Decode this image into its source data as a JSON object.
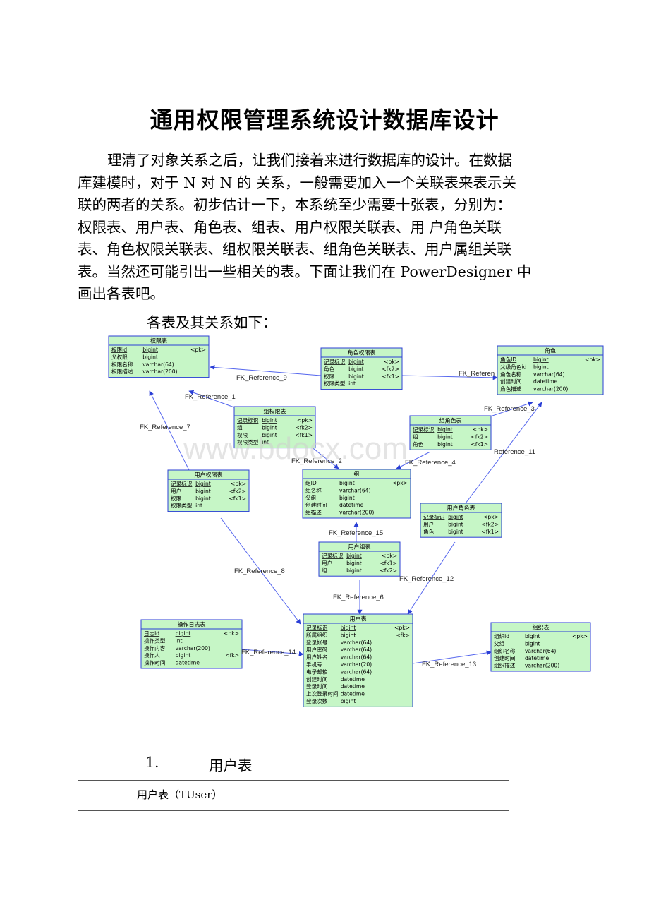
{
  "title": "通用权限管理系统设计数据库设计",
  "paragraph_lines": [
    "理清了对象关系之后，让我们接着来进行数据库的设计。在数据",
    "库建模时，对于 N 对 N 的 关系，一般需要加入一个关联表来表示关",
    "联的两者的关系。初步估计一下，本系统至少需要十张表，分别为：",
    "权限表、用户表、角色表、组表、用户权限关联表、用 户角色关联",
    "表、角色权限关联表、组权限关联表、组角色关联表、用户属组关联",
    "表。当然还可能引出一些相关的表。下面让我们在 PowerDesigner 中",
    "画出各表吧。"
  ],
  "diagram_caption": "各表及其关系如下：",
  "watermark": "www.bdocx.com",
  "diagram": {
    "entities": [
      {
        "id": "perm",
        "title": "权限表",
        "rows": [
          [
            "权限id",
            "bigint",
            "<pk>"
          ],
          [
            "父权限",
            "bigint",
            ""
          ],
          [
            "权限名称",
            "varchar(64)",
            ""
          ],
          [
            "权限描述",
            "varchar(200)",
            ""
          ]
        ]
      },
      {
        "id": "roleperm",
        "title": "角色权限表",
        "rows": [
          [
            "记录标识",
            "bigint",
            "<pk>"
          ],
          [
            "角色",
            "bigint",
            "<fk2>"
          ],
          [
            "权限",
            "bigint",
            "<fk1>"
          ],
          [
            "权限类型",
            "int",
            ""
          ]
        ]
      },
      {
        "id": "role",
        "title": "角色",
        "rows": [
          [
            "角色ID",
            "bigint",
            "<pk>"
          ],
          [
            "父级角色id",
            "bigint",
            ""
          ],
          [
            "角色名称",
            "varchar(64)",
            ""
          ],
          [
            "创建时间",
            "datetime",
            ""
          ],
          [
            "角色描述",
            "varchar(200)",
            ""
          ]
        ]
      },
      {
        "id": "groupperm",
        "title": "组权限表",
        "rows": [
          [
            "记录标识",
            "bigint",
            "<pk>"
          ],
          [
            "组",
            "bigint",
            "<fk2>"
          ],
          [
            "权限",
            "bigint",
            "<fk1>"
          ],
          [
            "权限类型",
            "int",
            ""
          ]
        ]
      },
      {
        "id": "grouprole",
        "title": "组角色表",
        "rows": [
          [
            "记录标识",
            "bigint",
            "<pk>"
          ],
          [
            "组",
            "bigint",
            "<fk2>"
          ],
          [
            "角色",
            "bigint",
            "<fk1>"
          ]
        ]
      },
      {
        "id": "userperm",
        "title": "用户权限表",
        "rows": [
          [
            "记录标识",
            "bigint",
            "<pk>"
          ],
          [
            "用户",
            "bigint",
            "<fk2>"
          ],
          [
            "权限",
            "bigint",
            "<fk1>"
          ],
          [
            "权限类型",
            "int",
            ""
          ]
        ]
      },
      {
        "id": "group",
        "title": "组",
        "rows": [
          [
            "组ID",
            "bigint",
            "<pk>"
          ],
          [
            "组名称",
            "varchar(64)",
            ""
          ],
          [
            "父组",
            "bigint",
            ""
          ],
          [
            "创建时间",
            "datetime",
            ""
          ],
          [
            "组描述",
            "varchar(200)",
            ""
          ]
        ]
      },
      {
        "id": "userrole",
        "title": "用户角色表",
        "rows": [
          [
            "记录标识",
            "bigint",
            "<pk>"
          ],
          [
            "用户",
            "bigint",
            "<fk2>"
          ],
          [
            "角色",
            "bigint",
            "<fk1>"
          ]
        ]
      },
      {
        "id": "usergroup",
        "title": "用户组表",
        "rows": [
          [
            "记录标识",
            "bigint",
            "<pk>"
          ],
          [
            "用户",
            "bigint",
            "<fk1>"
          ],
          [
            "组",
            "bigint",
            "<fk2>"
          ]
        ]
      },
      {
        "id": "oplog",
        "title": "操作日志表",
        "rows": [
          [
            "日志id",
            "bigint",
            "<pk>"
          ],
          [
            "操作类型",
            "int",
            ""
          ],
          [
            "操作内容",
            "varchar(200)",
            ""
          ],
          [
            "操作人",
            "bigint",
            "<fk>"
          ],
          [
            "操作时间",
            "datetime",
            ""
          ]
        ]
      },
      {
        "id": "user",
        "title": "用户表",
        "rows": [
          [
            "记录标识",
            "bigint",
            "<pk>"
          ],
          [
            "所属组织",
            "bigint",
            "<fk>"
          ],
          [
            "登录帐号",
            "varchar(64)",
            ""
          ],
          [
            "用户密码",
            "varchar(64)",
            ""
          ],
          [
            "用户姓名",
            "varchar(64)",
            ""
          ],
          [
            "手机号",
            "varchar(20)",
            ""
          ],
          [
            "电子邮箱",
            "varchar(64)",
            ""
          ],
          [
            "创建时间",
            "datetime",
            ""
          ],
          [
            "登录时间",
            "datetime",
            ""
          ],
          [
            "上次登录时间",
            "datetime",
            ""
          ],
          [
            "登录次数",
            "bigint",
            ""
          ]
        ]
      },
      {
        "id": "org",
        "title": "组织表",
        "rows": [
          [
            "组织id",
            "bigint",
            "<pk>"
          ],
          [
            "父组",
            "bigint",
            ""
          ],
          [
            "组织名称",
            "varchar(64)",
            ""
          ],
          [
            "创建时间",
            "datetime",
            ""
          ],
          [
            "组织描述",
            "varchar(200)",
            ""
          ]
        ]
      }
    ],
    "references": [
      {
        "label": "FK_Reference_9"
      },
      {
        "label": "FK_Reference_1"
      },
      {
        "label": "FK_Reference_7"
      },
      {
        "label": "FK_Reference_2"
      },
      {
        "label": "FK_Reference_4"
      },
      {
        "label": "FK_Reference_3"
      },
      {
        "label": "Reference_11"
      },
      {
        "label": "FK_Reference_15"
      },
      {
        "label": "FK_Reference_8"
      },
      {
        "label": "FK_Reference_12"
      },
      {
        "label": "FK_Reference_6"
      },
      {
        "label": "FK_Reference_14"
      },
      {
        "label": "FK_Reference_13"
      },
      {
        "label": "FK_Referen"
      }
    ]
  },
  "section": {
    "number": "1.",
    "label": "用户表"
  },
  "table_caption": "用户表（TUser）",
  "colors": {
    "entity_fill": "#c6f6c6",
    "entity_border": "#2b3fd6",
    "line": "#5566ee"
  }
}
